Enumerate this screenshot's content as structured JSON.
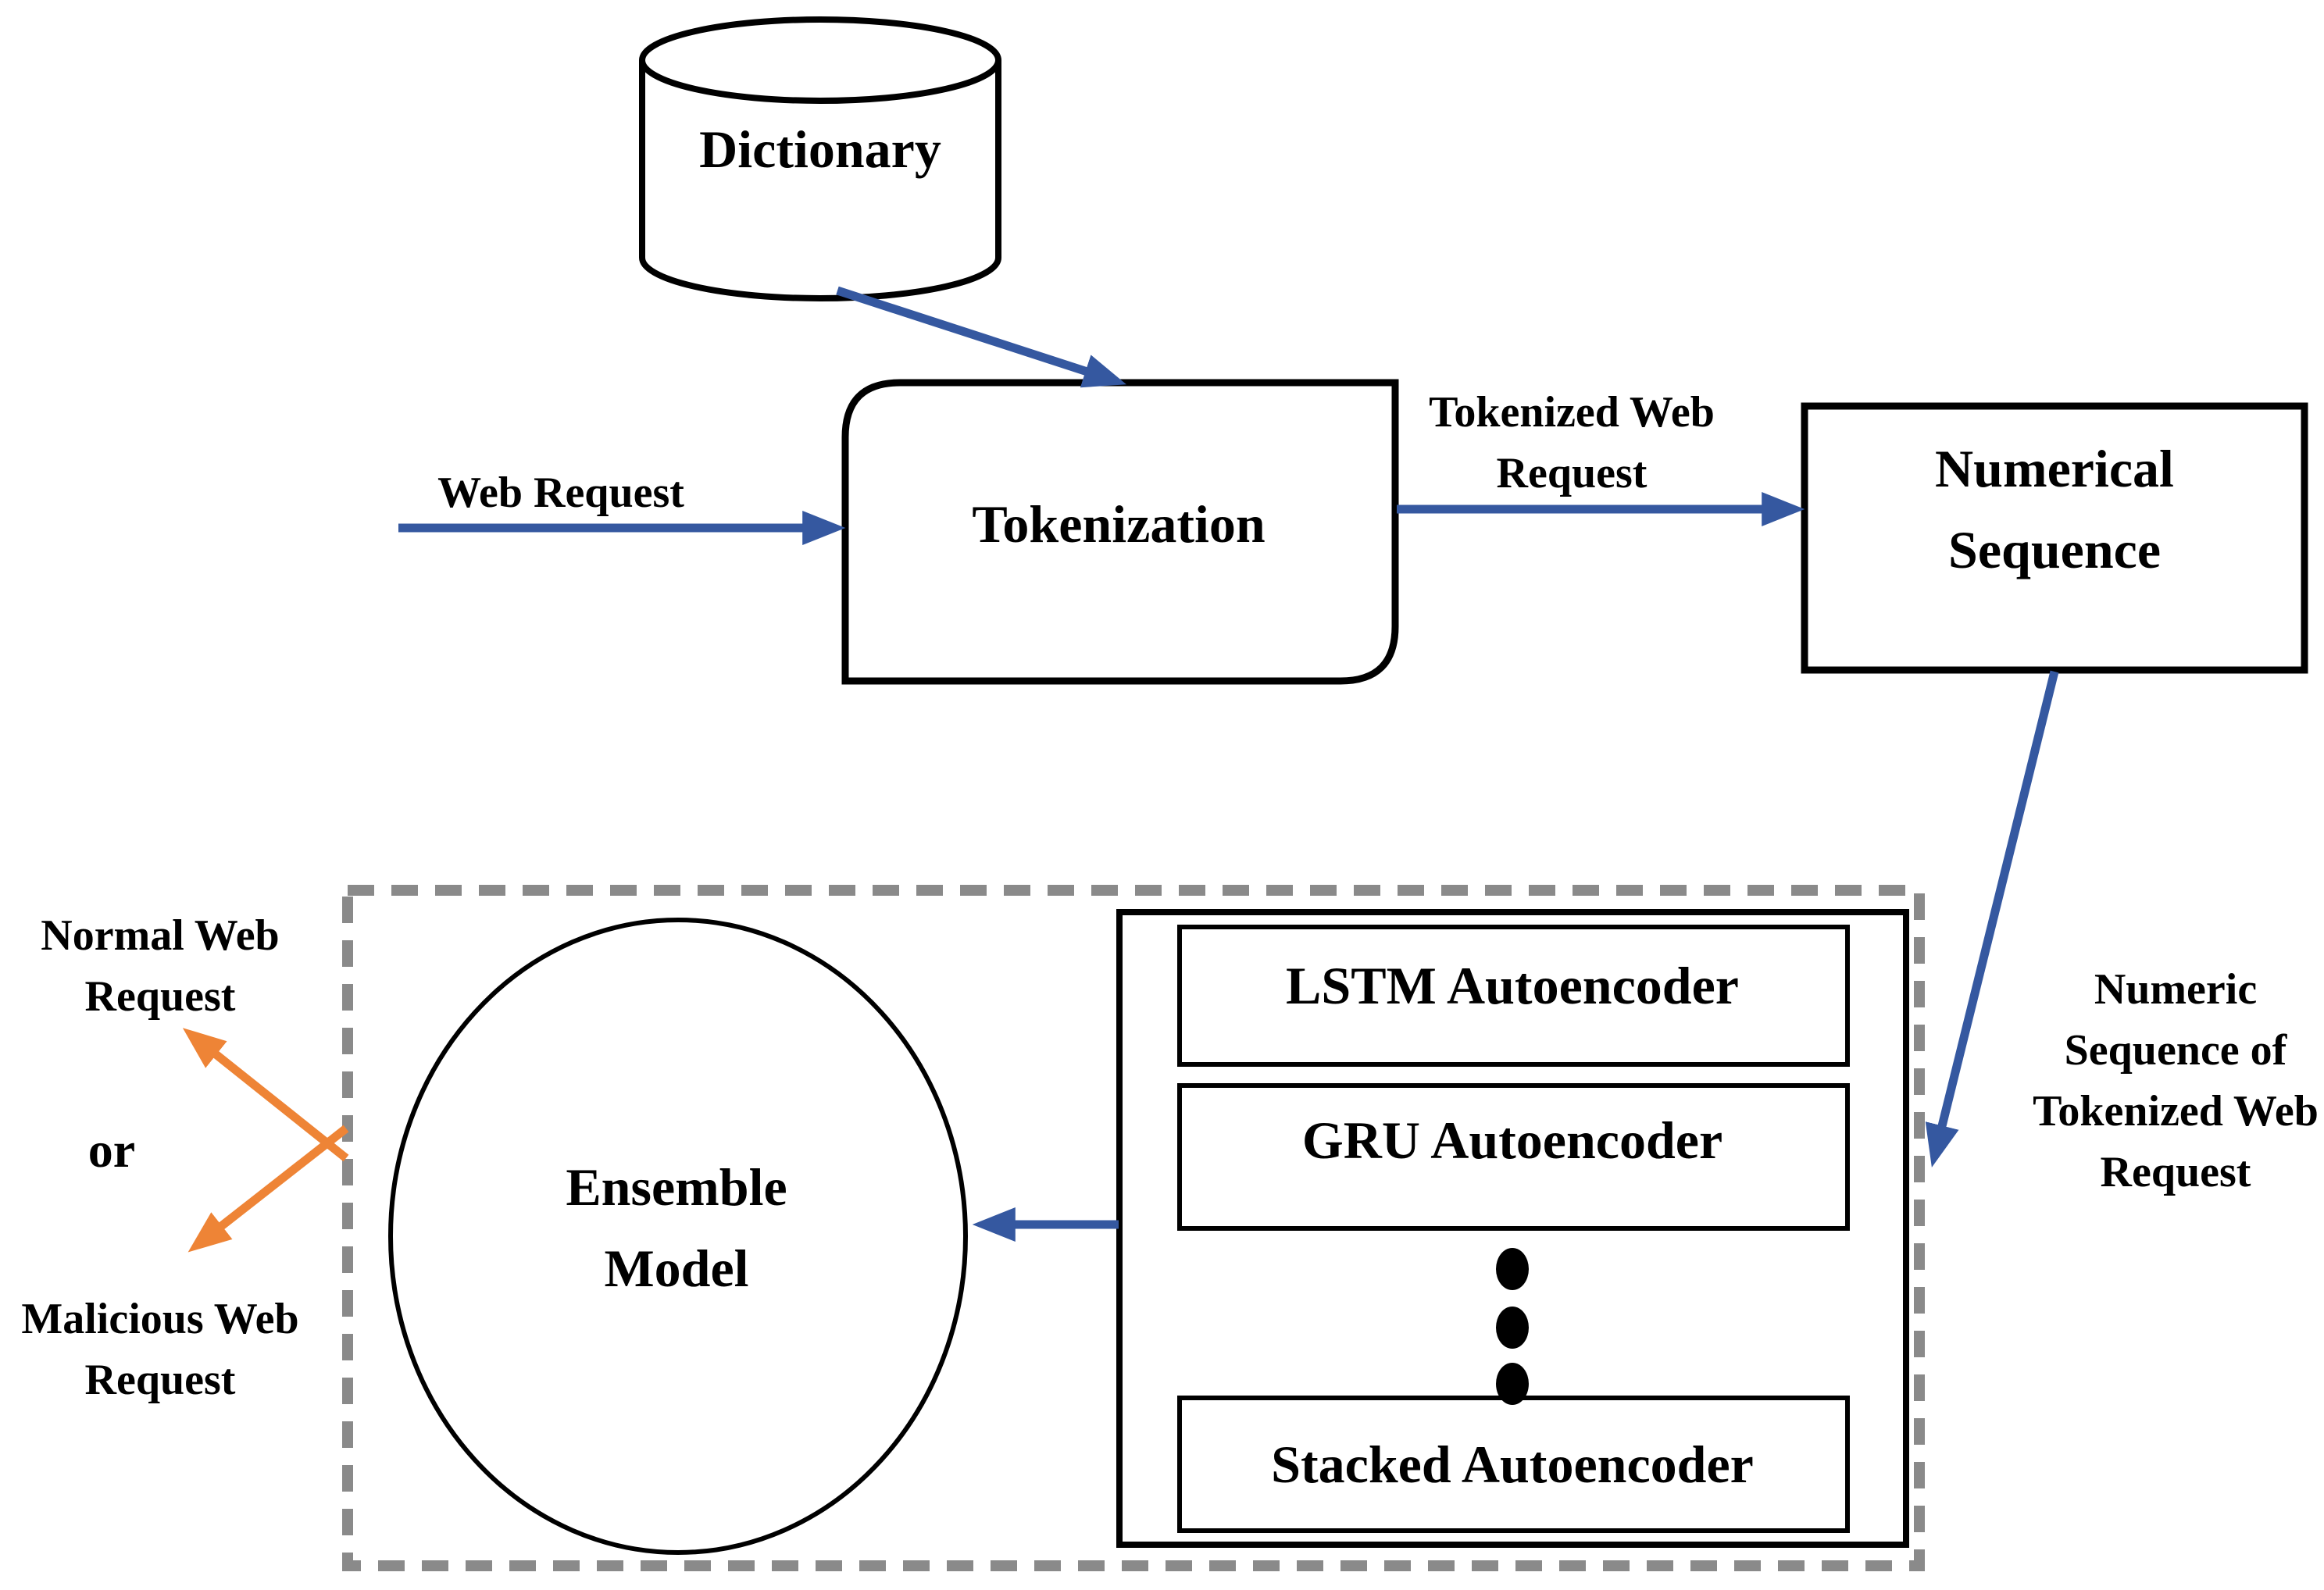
{
  "colors": {
    "arrow_blue": "#3558A0",
    "arrow_orange": "#EE8436",
    "dash_gray": "#8A8A8A",
    "shape_stroke": "#000000",
    "text": "#000000",
    "background": "#FFFFFF"
  },
  "nodes": {
    "dictionary": {
      "label": "Dictionary",
      "shape": "database-cylinder"
    },
    "tokenization": {
      "label": "Tokenization",
      "shape": "rounded-card"
    },
    "numerical_sequence": {
      "lines": [
        "Numerical",
        "Sequence"
      ],
      "shape": "rectangle"
    },
    "ensemble_model": {
      "lines": [
        "Ensemble",
        "Model"
      ],
      "shape": "ellipse"
    },
    "autoencoders": {
      "items": [
        "LSTM Autoencoder",
        "GRU Autoencoder",
        "Stacked Autoencoder"
      ],
      "ellipsis_icon": "vertical-ellipsis-dots"
    }
  },
  "edge_labels": {
    "web_request": {
      "label": "Web Request"
    },
    "tokenized_web_request": {
      "lines": [
        "Tokenized Web",
        "Request"
      ]
    },
    "numeric_sequence": {
      "lines": [
        "Numeric",
        "Sequence of",
        "Tokenized Web",
        "Request"
      ]
    }
  },
  "outputs": {
    "normal": {
      "lines": [
        "Normal Web",
        "Request"
      ]
    },
    "connector": "or",
    "malicious": {
      "lines": [
        "Malicious Web",
        "Request"
      ]
    }
  }
}
